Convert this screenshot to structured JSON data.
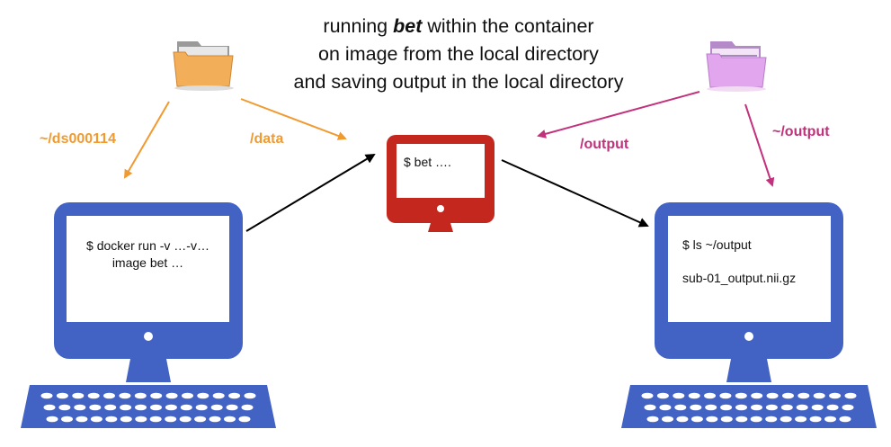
{
  "title": {
    "line1_before": "running ",
    "line1_bold": "bet",
    "line1_after": " within the container",
    "line2": "on image from the local directory",
    "line3": "and saving output in the local directory"
  },
  "labels": {
    "local_input_path": "~/ds000114",
    "container_data_path": "/data",
    "container_output_path": "/output",
    "local_output_path": "~/output"
  },
  "screens": {
    "left_line1": "$ docker run -v …-v…",
    "left_line2": "image bet …",
    "center_line1": "$ bet ….",
    "right_line1": "$ ls ~/output",
    "right_line2": "sub-01_output.nii.gz"
  },
  "colors": {
    "computer_blue": "#4262c4",
    "container_red": "#c4271d",
    "input_orange": "#f19a30",
    "output_magenta": "#c2317b",
    "folder_orange": "#f3ae5a",
    "folder_pink": "#e2a6ee"
  },
  "icons": [
    "folder-icon-orange",
    "folder-icon-pink",
    "computer-icon",
    "keyboard-icon",
    "container-monitor-icon"
  ]
}
